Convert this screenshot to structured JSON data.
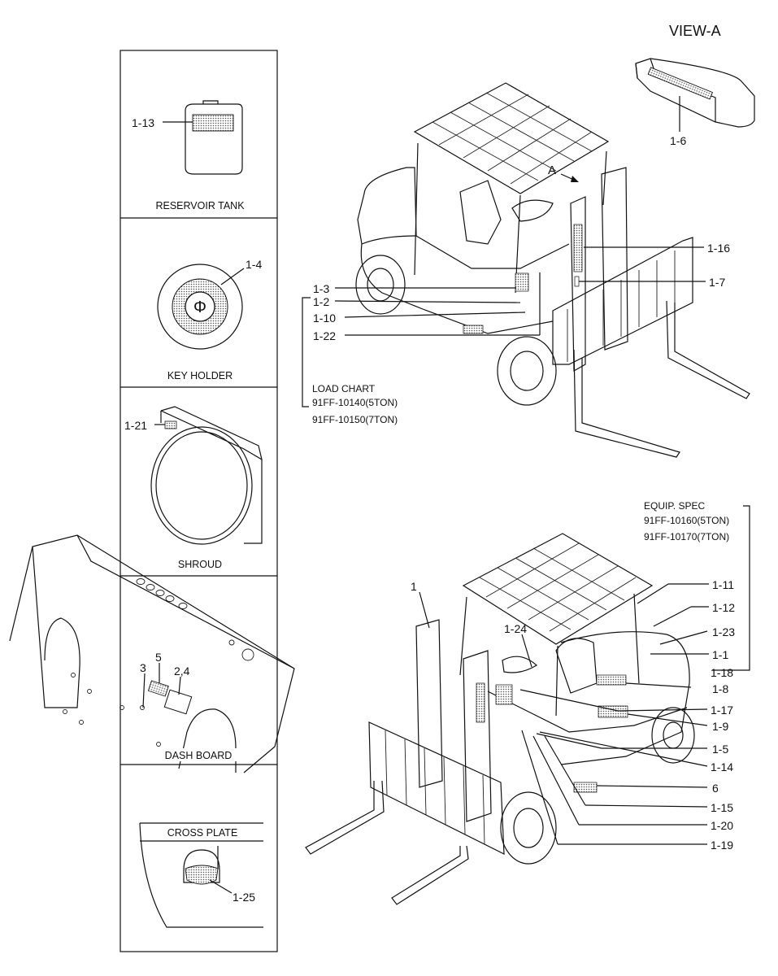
{
  "view_a": {
    "title": "VIEW-A",
    "callout": "1-6"
  },
  "panels": {
    "reservoir_tank": {
      "caption": "RESERVOIR TANK",
      "callout": "1-13"
    },
    "key_holder": {
      "caption": "KEY HOLDER",
      "callout": "1-4"
    },
    "shroud": {
      "caption": "SHROUD",
      "callout": "1-21"
    },
    "dash_board": {
      "caption": "DASH BOARD",
      "callouts": [
        "3",
        "5",
        "2,4"
      ]
    },
    "cross_plate": {
      "caption": "CROSS PLATE",
      "callout": "1-25"
    }
  },
  "top_forklift": {
    "arrow_label": "A",
    "left_callouts": [
      "1-3",
      "1-2",
      "1-10",
      "1-22"
    ],
    "right_callouts": [
      "1-16",
      "1-7"
    ],
    "load_chart": {
      "title": "LOAD CHART",
      "lines": [
        "91FF-10140(5TON)",
        "91FF-10150(7TON)"
      ]
    }
  },
  "bottom_forklift": {
    "equip_spec": {
      "title": "EQUIP. SPEC",
      "lines": [
        "91FF-10160(5TON)",
        "91FF-10170(7TON)"
      ]
    },
    "left_callouts": [
      "1",
      "1-24"
    ],
    "right_callouts": [
      "1-11",
      "1-12",
      "1-23",
      "1-1",
      "1-18",
      "1-8",
      "1-17",
      "1-9",
      "1-5",
      "1-14",
      "6",
      "1-15",
      "1-20",
      "1-19"
    ]
  }
}
